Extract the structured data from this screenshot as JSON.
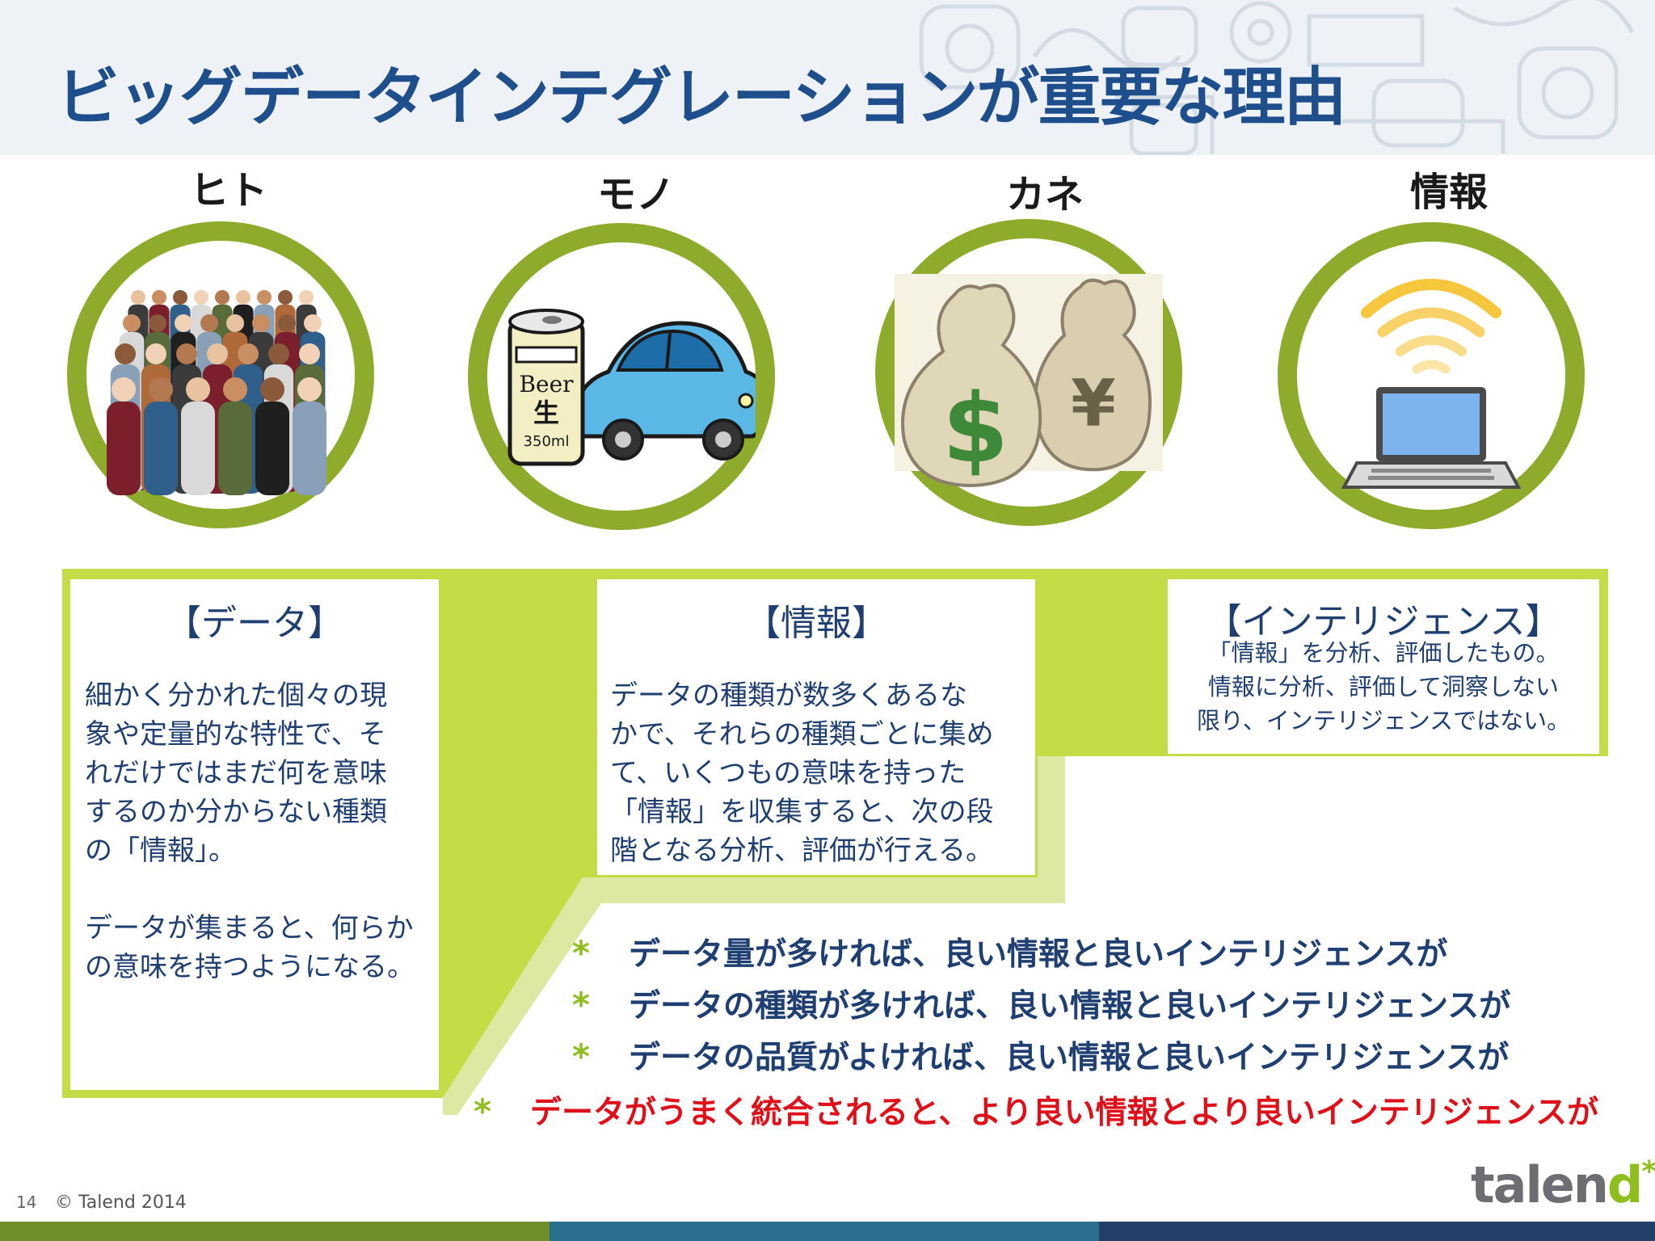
{
  "title": "ビッグデータインテグレーションが重要な理由",
  "categories": [
    {
      "label": "ヒト",
      "image": "people-group-photo"
    },
    {
      "label": "モノ",
      "image": "beer-can-and-car-illustration"
    },
    {
      "label": "カネ",
      "image": "dollar-and-yen-money-bags"
    },
    {
      "label": "情報",
      "image": "laptop-with-wifi-signal"
    }
  ],
  "boxes": {
    "data": {
      "title": "【データ】",
      "body": "細かく分かれた個々の現\n象や定量的な特性で、そ\nれだけではまだ何を意味\nするのか分からない種類\nの「情報」。\n\nデータが集まると、何らか\nの意味を持つようになる。"
    },
    "info": {
      "title": "【情報】",
      "body": "データの種類が数多くあるな\nかで、それらの種類ごとに集め\nて、いくつもの意味を持った\n「情報」を収集すると、次の段\n階となる分析、評価が行える。"
    },
    "intel": {
      "title": "【インテリジェンス】",
      "body": "「情報」を分析、評価したもの。\n情報に分析、評価して洞察しない\n限り、インテリジェンスではない。"
    }
  },
  "bullets": [
    {
      "marker": "*",
      "text": "データ量が多ければ、良い情報と良いインテリジェンスが"
    },
    {
      "marker": "*",
      "text": "データの種類が多ければ、良い情報と良いインテリジェンスが"
    },
    {
      "marker": "*",
      "text": "データの品質がよければ、良い情報と良いインテリジェンスが"
    },
    {
      "marker": "*",
      "text": "データがうまく統合されると、より良い情報とより良いインテリジェンスが"
    }
  ],
  "footer": {
    "page_number": "14",
    "copyright": "© Talend 2014",
    "logo_main": "talen",
    "logo_accent": "d",
    "logo_star": "*"
  },
  "colors": {
    "title": "#1f4e8c",
    "text": "#1f3f73",
    "circle_ring": "#8fab2b",
    "staircase": "#c6dc46",
    "bullet_star": "#8fbf1e",
    "highlight": "#e0101a"
  }
}
